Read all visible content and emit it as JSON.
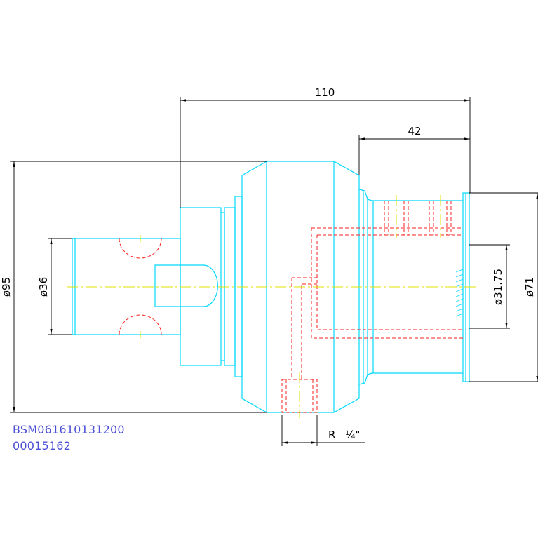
{
  "colors": {
    "outline": "#00d8ff",
    "hidden": "#ff2020",
    "center": "#e0e000",
    "dimension": "#000000",
    "code_text": "#4b4fd6"
  },
  "dimensions": {
    "overall_length": "110",
    "length_42": "42",
    "dia_95": "ø95",
    "dia_36": "ø36",
    "dia_31_75": "ø31.75",
    "dia_71": "ø71",
    "thread_prefix": "R",
    "thread_size": "¼\""
  },
  "labels": {
    "part_code": "BSM061610131200",
    "serial": "00015162"
  }
}
